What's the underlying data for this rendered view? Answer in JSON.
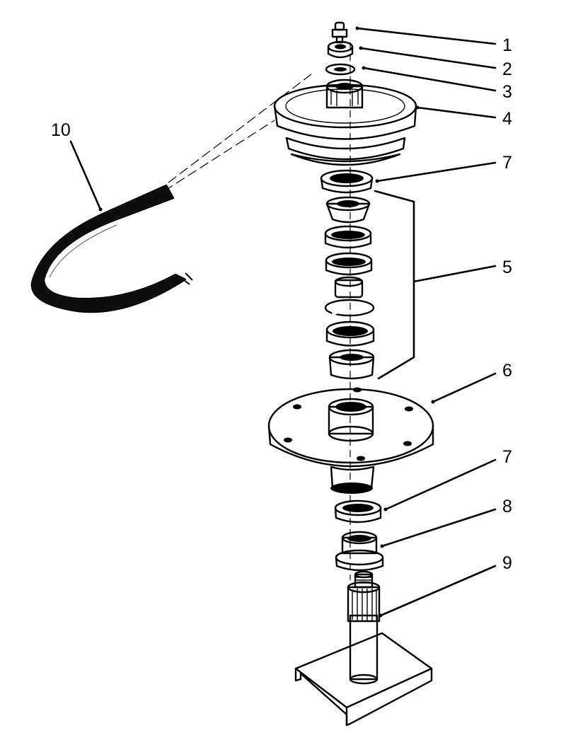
{
  "diagram": {
    "ink_color": "#000000",
    "background_color": "#ffffff",
    "callouts": [
      {
        "id": "1",
        "label": "1"
      },
      {
        "id": "2",
        "label": "2"
      },
      {
        "id": "3",
        "label": "3"
      },
      {
        "id": "4",
        "label": "4"
      },
      {
        "id": "5",
        "label": "5"
      },
      {
        "id": "6",
        "label": "6"
      },
      {
        "id": "7a",
        "label": "7"
      },
      {
        "id": "7b",
        "label": "7"
      },
      {
        "id": "8",
        "label": "8"
      },
      {
        "id": "9",
        "label": "9"
      },
      {
        "id": "10",
        "label": "10"
      }
    ]
  }
}
